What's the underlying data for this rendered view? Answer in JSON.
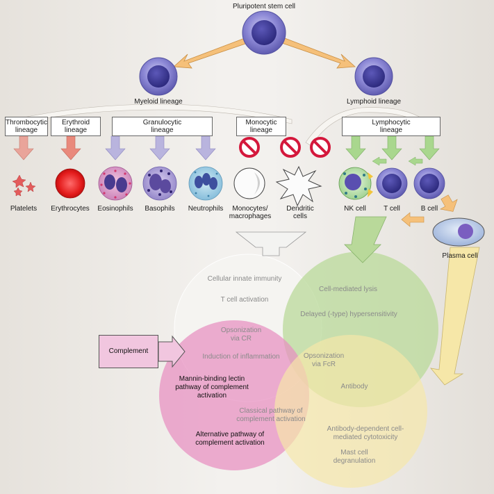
{
  "top": {
    "stem_cell": "Pluripotent stem cell"
  },
  "lineages": {
    "myeloid": "Myeloid lineage",
    "lymphoid": "Lymphoid lineage",
    "thrombocytic": [
      "Thrombocytic",
      "lineage"
    ],
    "erythroid": [
      "Erythroid",
      "lineage"
    ],
    "granulocytic": [
      "Granulocytic",
      "lineage"
    ],
    "monocytic": [
      "Monocytic",
      "lineage"
    ],
    "lymphocytic": [
      "Lymphocytic",
      "lineage"
    ]
  },
  "cells": {
    "platelets": "Platelets",
    "erythrocytes": "Erythrocytes",
    "eosinophils": "Eosinophils",
    "basophils": "Basophils",
    "neutrophils": "Neutrophils",
    "monocytes": [
      "Monocytes/",
      "macrophages"
    ],
    "dendritic": [
      "Dendritic",
      "cells"
    ],
    "nk": "NK cell",
    "t": "T cell",
    "b": "B cell",
    "plasma": "Plasma cell"
  },
  "venn": {
    "cellular_innate": "Cellular innate immunity",
    "t_activation": "T cell activation",
    "cell_lysis": "Cell-mediated lysis",
    "delayed": "Delayed (-type) hypersensitivity",
    "opson_cr": [
      "Opsonization",
      "via CR"
    ],
    "induction": "Induction of inflammation",
    "opson_fcr": [
      "Opsonization",
      "via FcR"
    ],
    "mannin": [
      "Mannin-binding lectin",
      "pathway of complement",
      "activation"
    ],
    "antibody": "Antibody",
    "classical": [
      "Classical pathway of",
      "complement activation"
    ],
    "alternative": [
      "Alternative pathway of",
      "complement activation"
    ],
    "adcc": [
      "Antibody-dependent cell-",
      "mediated cytotoxicity"
    ],
    "mast": [
      "Mast cell",
      "degranulation"
    ]
  },
  "complement": "Complement",
  "colors": {
    "stem": "#6b68c2",
    "arrow_orange": "#f5c07a",
    "arrow_salmon": "#e9897c",
    "arrow_lavender": "#b9b4de",
    "arrow_green": "#a9d78e",
    "prohibit": "#d4183c",
    "venn_white": "#f6f5f2",
    "venn_green": "#b9d99a",
    "venn_pink": "#e88fc0",
    "venn_yellow": "#f6e7a8"
  }
}
